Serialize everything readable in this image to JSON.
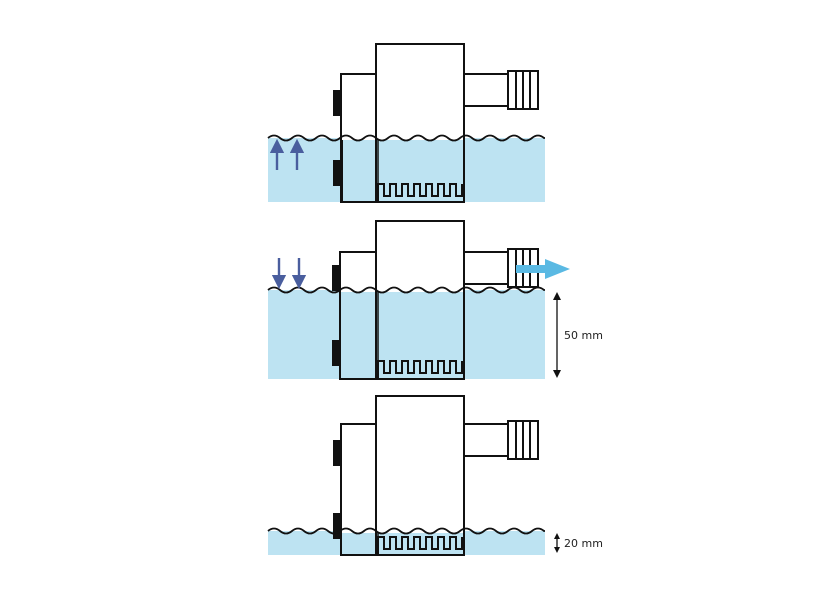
{
  "colors": {
    "water": "#bde3f2",
    "outline": "#111111",
    "arrow_dark": "#4a5e9e",
    "arrow_flow": "#5ab9e3"
  },
  "panels": [
    {
      "state": "float-switch-rising",
      "arrows": "up-arrow",
      "dimension": ""
    },
    {
      "state": "pumping",
      "arrows": "down-arrow",
      "outflow": "right-arrow",
      "dimension": "50 mm"
    },
    {
      "state": "stopped",
      "arrows": "",
      "dimension": "20 mm"
    }
  ]
}
